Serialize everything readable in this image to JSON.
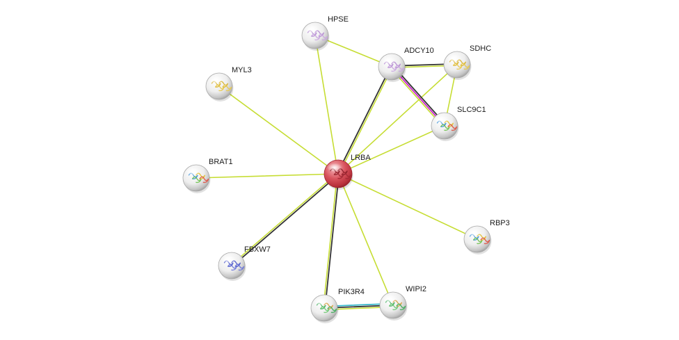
{
  "network": {
    "query_node": "LRBA",
    "colors": {
      "query_node": "#c8323f",
      "partner_node": "#f0f0f0",
      "textmining": "#c6dd33",
      "coexpression": "#333333",
      "experiments": "#cc22cc",
      "database": "#33b6c9",
      "homology": "#3355cc"
    },
    "nodes": [
      {
        "id": "LRBA",
        "label": "LRBA",
        "query": true,
        "structure_icon": "red-protein-structure-icon"
      },
      {
        "id": "HPSE",
        "label": "HPSE",
        "query": false,
        "structure_icon": "purple-protein-structure-icon"
      },
      {
        "id": "ADCY10",
        "label": "ADCY10",
        "query": false,
        "structure_icon": "purple-protein-structure-icon"
      },
      {
        "id": "SDHC",
        "label": "SDHC",
        "query": false,
        "structure_icon": "yellow-protein-structure-icon"
      },
      {
        "id": "MYL3",
        "label": "MYL3",
        "query": false,
        "structure_icon": "yellow-protein-structure-icon"
      },
      {
        "id": "SLC9C1",
        "label": "SLC9C1",
        "query": false,
        "structure_icon": "rainbow-protein-structure-icon"
      },
      {
        "id": "BRAT1",
        "label": "BRAT1",
        "query": false,
        "structure_icon": "rainbow-protein-structure-icon"
      },
      {
        "id": "RBP3",
        "label": "RBP3",
        "query": false,
        "structure_icon": "rainbow-protein-structure-icon"
      },
      {
        "id": "FBXW7",
        "label": "FBXW7",
        "query": false,
        "structure_icon": "blue-protein-structure-icon"
      },
      {
        "id": "PIK3R4",
        "label": "PIK3R4",
        "query": false,
        "structure_icon": "green-protein-structure-icon"
      },
      {
        "id": "WIPI2",
        "label": "WIPI2",
        "query": false,
        "structure_icon": "green-protein-structure-icon"
      }
    ],
    "edges": [
      {
        "source": "LRBA",
        "target": "HPSE",
        "evidence": [
          "textmining"
        ]
      },
      {
        "source": "LRBA",
        "target": "ADCY10",
        "evidence": [
          "coexpression",
          "textmining"
        ]
      },
      {
        "source": "LRBA",
        "target": "SDHC",
        "evidence": [
          "textmining"
        ]
      },
      {
        "source": "LRBA",
        "target": "MYL3",
        "evidence": [
          "textmining"
        ]
      },
      {
        "source": "LRBA",
        "target": "SLC9C1",
        "evidence": [
          "textmining"
        ]
      },
      {
        "source": "LRBA",
        "target": "BRAT1",
        "evidence": [
          "textmining"
        ]
      },
      {
        "source": "LRBA",
        "target": "RBP3",
        "evidence": [
          "textmining"
        ]
      },
      {
        "source": "LRBA",
        "target": "FBXW7",
        "evidence": [
          "coexpression",
          "textmining"
        ]
      },
      {
        "source": "LRBA",
        "target": "PIK3R4",
        "evidence": [
          "coexpression",
          "textmining"
        ]
      },
      {
        "source": "LRBA",
        "target": "WIPI2",
        "evidence": [
          "textmining"
        ]
      },
      {
        "source": "HPSE",
        "target": "ADCY10",
        "evidence": [
          "textmining"
        ]
      },
      {
        "source": "ADCY10",
        "target": "SDHC",
        "evidence": [
          "coexpression",
          "textmining"
        ]
      },
      {
        "source": "ADCY10",
        "target": "SLC9C1",
        "evidence": [
          "coexpression",
          "experiments",
          "textmining"
        ]
      },
      {
        "source": "SDHC",
        "target": "SLC9C1",
        "evidence": [
          "textmining"
        ]
      },
      {
        "source": "PIK3R4",
        "target": "WIPI2",
        "evidence": [
          "database",
          "coexpression",
          "textmining"
        ]
      }
    ]
  }
}
